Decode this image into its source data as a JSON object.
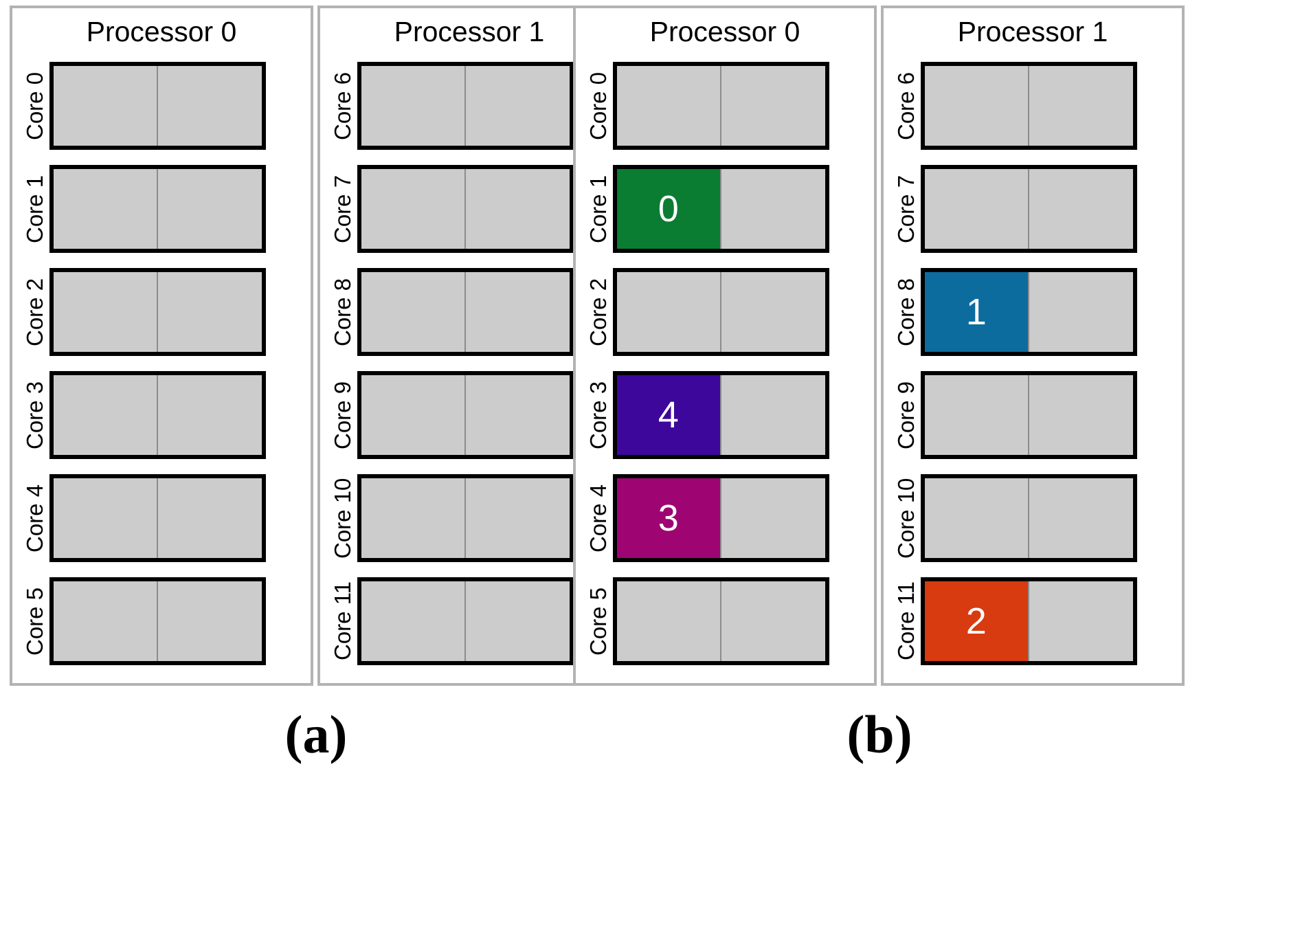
{
  "figure": {
    "core_label_prefix": "Core",
    "subfigures": [
      {
        "caption": "(a)",
        "processors": [
          {
            "title": "Processor 0",
            "cores": [
              {
                "label": "Core 0",
                "task": "",
                "color": ""
              },
              {
                "label": "Core 1",
                "task": "",
                "color": ""
              },
              {
                "label": "Core 2",
                "task": "",
                "color": ""
              },
              {
                "label": "Core 3",
                "task": "",
                "color": ""
              },
              {
                "label": "Core 4",
                "task": "",
                "color": ""
              },
              {
                "label": "Core 5",
                "task": "",
                "color": ""
              }
            ]
          },
          {
            "title": "Processor 1",
            "cores": [
              {
                "label": "Core 6",
                "task": "",
                "color": ""
              },
              {
                "label": "Core 7",
                "task": "",
                "color": ""
              },
              {
                "label": "Core 8",
                "task": "",
                "color": ""
              },
              {
                "label": "Core 9",
                "task": "",
                "color": ""
              },
              {
                "label": "Core 10",
                "task": "",
                "color": ""
              },
              {
                "label": "Core 11",
                "task": "",
                "color": ""
              }
            ]
          }
        ]
      },
      {
        "caption": "(b)",
        "processors": [
          {
            "title": "Processor 0",
            "cores": [
              {
                "label": "Core 0",
                "task": "",
                "color": ""
              },
              {
                "label": "Core 1",
                "task": "0",
                "color": "#0a7d32"
              },
              {
                "label": "Core 2",
                "task": "",
                "color": ""
              },
              {
                "label": "Core 3",
                "task": "4",
                "color": "#3d079b"
              },
              {
                "label": "Core 4",
                "task": "3",
                "color": "#9e0572"
              },
              {
                "label": "Core 5",
                "task": "",
                "color": ""
              }
            ]
          },
          {
            "title": "Processor 1",
            "cores": [
              {
                "label": "Core 6",
                "task": "",
                "color": ""
              },
              {
                "label": "Core 7",
                "task": "",
                "color": ""
              },
              {
                "label": "Core 8",
                "task": "1",
                "color": "#0d6c9e"
              },
              {
                "label": "Core 9",
                "task": "",
                "color": ""
              },
              {
                "label": "Core 10",
                "task": "",
                "color": ""
              },
              {
                "label": "Core 11",
                "task": "2",
                "color": "#d83b0f"
              }
            ]
          }
        ]
      }
    ],
    "colors": {
      "core_fill": "#cccccc",
      "core_border": "#000000",
      "core_divider": "#8c8c8c",
      "processor_border": "#b3b3b3",
      "background": "#ffffff",
      "task_text": "#ffffff",
      "task_0_green": "#0a7d32",
      "task_1_blue": "#0d6c9e",
      "task_2_orange": "#d83b0f",
      "task_3_magenta": "#9e0572",
      "task_4_purple": "#3d079b"
    }
  }
}
